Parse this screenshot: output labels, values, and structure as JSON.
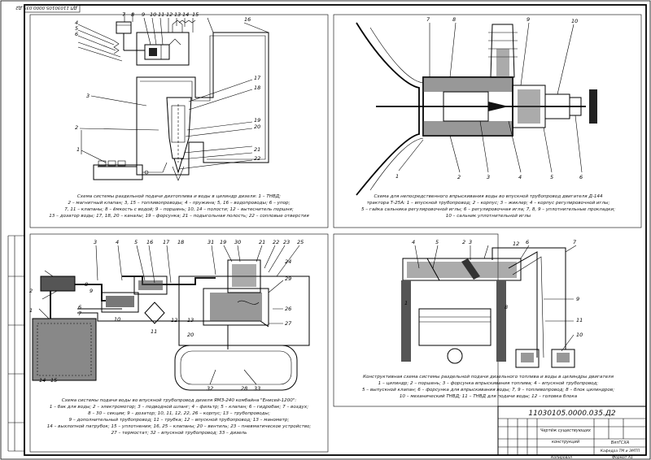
{
  "stamp_top": "ДП 11030105.0000.035.Д2",
  "drawing_code": "11030105.0000.035.Д2",
  "title_block": {
    "name_line1": "Чертёж существующих",
    "name_line2": "конструкций",
    "org_line1": "ВятГСХА",
    "org_line2": "Кафедра ТМ и ЭМТП",
    "format": "Формат А1",
    "copied": "Копировал"
  },
  "panels": {
    "p1": {
      "numbers": [
        "1",
        "2",
        "3",
        "4",
        "5",
        "6",
        "7",
        "8",
        "9",
        "10",
        "11",
        "12",
        "13",
        "14",
        "15",
        "16",
        "17",
        "18",
        "19",
        "20",
        "21",
        "22"
      ],
      "caption": [
        "Схема системы раздельной подачи дизтоплива и воды в цилиндр дизеля: 1 – ТНВД;",
        "2 – магнитный клапан; 3, 15 – топливопроводы; 4 – пружина; 5, 16 – водопроводы; 6 – упор;",
        "7, 11 – клапаны; 8 – ёмкость с водой; 9 – поршень; 10, 14 – полости; 12 – вытеснитель поршня;",
        "13 – дозатор воды; 17, 18, 20 – каналы; 19 – форсунка; 21 – подыгольная полость; 22 – сопловые отверстия"
      ]
    },
    "p2": {
      "numbers": [
        "1",
        "2",
        "3",
        "4",
        "5",
        "6",
        "7",
        "8",
        "9",
        "10"
      ],
      "caption": [
        "Схема для непосредственного впрыскивания воды во впускной трубопровод двигателя Д-144",
        "трактора Т-25А: 1 – впускной трубопровод; 2 – корпус; 3 – жиклер; 4 – корпус регулировочной иглы;",
        "5 – гайка сальника регулировочной иглы; 6 – регулировочная игла; 7, 8, 9 – уплотнительные прокладки;",
        "10 – сальник уплотнительной иглы"
      ]
    },
    "p3": {
      "numbers": [
        "1",
        "2",
        "3",
        "4",
        "5",
        "6",
        "7",
        "8",
        "9",
        "10",
        "11",
        "12",
        "13",
        "14",
        "15",
        "16",
        "17",
        "18",
        "19",
        "20",
        "21",
        "22",
        "23",
        "24",
        "25",
        "26",
        "27",
        "28",
        "29",
        "30",
        "31",
        "32",
        "33"
      ],
      "caption": [
        "Схема системы подачи воды во впускной трубопровод дизеля ЯМЗ-240 комбайна \"Енисей-1200\":",
        "1 – бак для воды; 2 – электромотор; 3 – подводной шланг; 4 – фильтр; 5 – клапан; 6 – гидробак; 7 – воздух;",
        "8 – 30 – секции; 9 – дозатор; 10, 11, 12, 22, 26 – корпус; 13 – трубопроводы;",
        "9 – дополнительный трубопровод; 11 – трубка; 12 – впускной трубопровод; 13 – манометр;",
        "14 – выхлопной патрубок; 15 – уплотнения; 16, 25 – клапаны; 20 – вентиль; 23 – пневматическое устройство;",
        "27 – термостат; 32 – впускной трубопровод; 33 – дизель"
      ]
    },
    "p4": {
      "numbers": [
        "1",
        "2",
        "3",
        "4",
        "5",
        "6",
        "7",
        "8",
        "9",
        "10",
        "11",
        "12"
      ],
      "caption": [
        "Конструктивная схема системы раздельной подачи дизельного топлива и воды в цилиндры двигателя",
        "1 – цилиндр; 2 – поршень; 3 – форсунка впрыскивания топлива; 4 – впускной трубопровод;",
        "5 – выпускной клапан; 6 – форсунка для впрыскивания воды; 7, 9 – топливопровод; 8 – блок цилиндров;",
        "10 – механический ТНВД; 11 – ТНВД для подачи воды; 12 – головка блока"
      ]
    }
  }
}
